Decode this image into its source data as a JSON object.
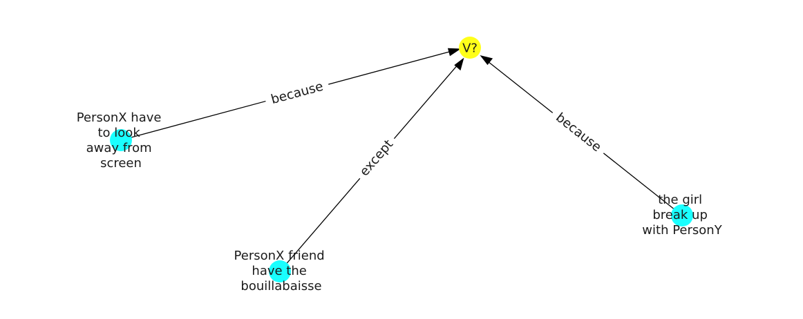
{
  "colors": {
    "target_node": "#ffff1a",
    "source_node": "#1affff",
    "edge": "#000000",
    "text": "#1a1a1a",
    "background": "#ffffff"
  },
  "nodes": [
    {
      "id": "v",
      "label": "V?",
      "role": "target"
    },
    {
      "id": "n1",
      "label": "PersonX have to look away from screen",
      "lines": [
        "PersonX have",
        "to look",
        "away from",
        "screen"
      ],
      "role": "source"
    },
    {
      "id": "n2",
      "label": "PersonX friend have the bouillabaisse",
      "lines": [
        "PersonX friend",
        "have the",
        "bouillabaisse"
      ],
      "role": "source"
    },
    {
      "id": "n3",
      "label": "the girl break up with PersonY",
      "lines": [
        "the girl",
        "break up",
        "with PersonY"
      ],
      "role": "source"
    }
  ],
  "edges": [
    {
      "from": "n1",
      "to": "v",
      "label": "because"
    },
    {
      "from": "n2",
      "to": "v",
      "label": "except"
    },
    {
      "from": "n3",
      "to": "v",
      "label": "because"
    }
  ]
}
